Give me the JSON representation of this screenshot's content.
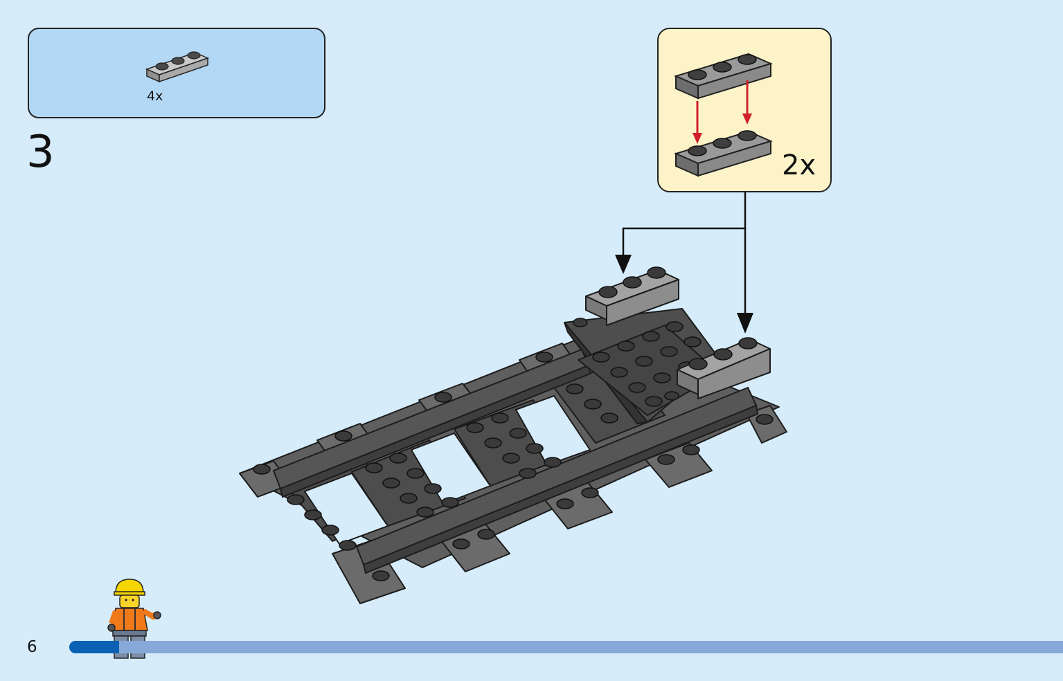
{
  "parts_list": {
    "items": [
      {
        "part": "plate 1x3",
        "color": "light bluish gray",
        "quantity": "4x"
      }
    ]
  },
  "step": {
    "number": "3"
  },
  "sub_assembly": {
    "multiplier": "2x"
  },
  "footer": {
    "page_number": "6",
    "progress": 0.05
  },
  "colors": {
    "background": "#d6ecfb",
    "parts_box": "#b3d8f5",
    "sub_box": "#fdf3c8",
    "progress_track": "#86a9d9",
    "progress_fill": "#0b61b3",
    "arrow_red": "#d0202a",
    "dark_gray": "#5a5a5a",
    "light_gray": "#a0a0a0"
  }
}
